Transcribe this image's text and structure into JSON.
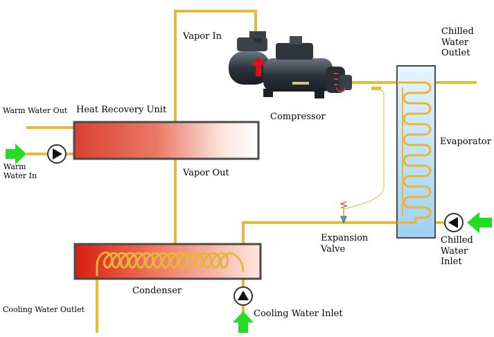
{
  "labels": {
    "vapor_in": "Vapor In",
    "vapor_out": "Vapor Out",
    "compressor": "Compressor",
    "heat_recovery_unit": "Heat Recovery Unit",
    "warm_water_out": "Warm Water Out",
    "warm_water_in": [
      "Warm",
      "Water In"
    ],
    "chilled_water_outlet": [
      "Chilled",
      "Water",
      "Outlet"
    ],
    "evaporator": "Evaporator",
    "expansion_valve": [
      "Expansion",
      "Valve"
    ],
    "chilled_water_inlet": [
      "Chilled",
      "Water",
      "Inlet"
    ],
    "condenser": "Condenser",
    "cooling_water_outlet": "Cooling Water Outlet",
    "cooling_water_inlet": "Cooling Water Inlet"
  },
  "colors": {
    "pipe": "#e5b93a",
    "pipe_edge": "#b98a1c",
    "flow_arrow": "#22dd22",
    "compressor_arrow": "#e01010",
    "heat_gradient_start": "#d94030",
    "evaporator_fill": "#b9dcf5",
    "unit_border": "#4a4a4a"
  }
}
